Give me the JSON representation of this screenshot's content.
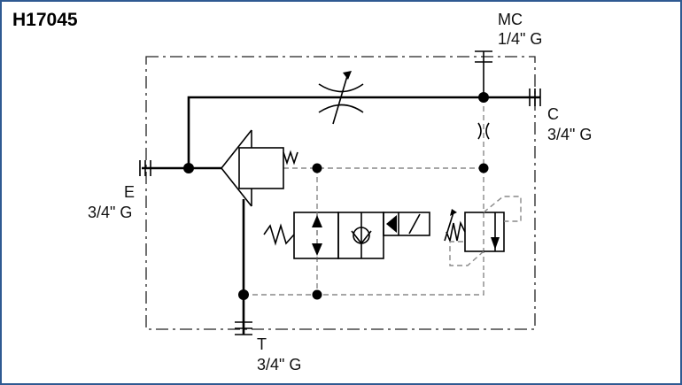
{
  "title": "H17045",
  "ports": {
    "mc": {
      "name": "MC",
      "size": "1/4\" G"
    },
    "c": {
      "name": "C",
      "size": "3/4\" G"
    },
    "e": {
      "name": "E",
      "size": "3/4\" G"
    },
    "t": {
      "name": "T",
      "size": "3/4\" G"
    }
  },
  "components": [
    "adjustable-throttle-valve",
    "fixed-orifice",
    "pressure-compensator-valve",
    "solenoid-directional-valve-with-check",
    "pressure-relief-valve"
  ],
  "colors": {
    "frame": "#2f5a92",
    "line": "#000000",
    "pilot": "#888888"
  }
}
